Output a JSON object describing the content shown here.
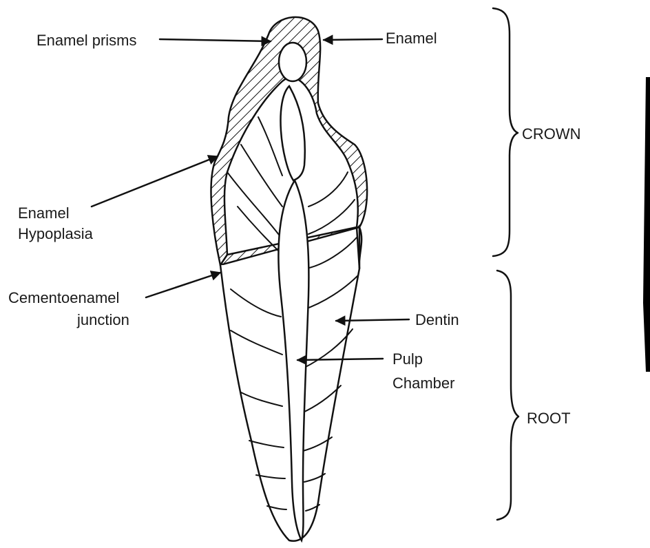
{
  "labels": {
    "enamel_prisms": "Enamel prisms",
    "enamel": "Enamel",
    "enamel_hypoplasia_1": "Enamel",
    "enamel_hypoplasia_2": "Hypoplasia",
    "cej_1": "Cementoenamel",
    "cej_2": "junction",
    "dentin": "Dentin",
    "pulp_1": "Pulp",
    "pulp_2": "Chamber",
    "crown": "CROWN",
    "root": "ROOT"
  },
  "colors": {
    "ink": "#111111",
    "background": "#ffffff"
  }
}
